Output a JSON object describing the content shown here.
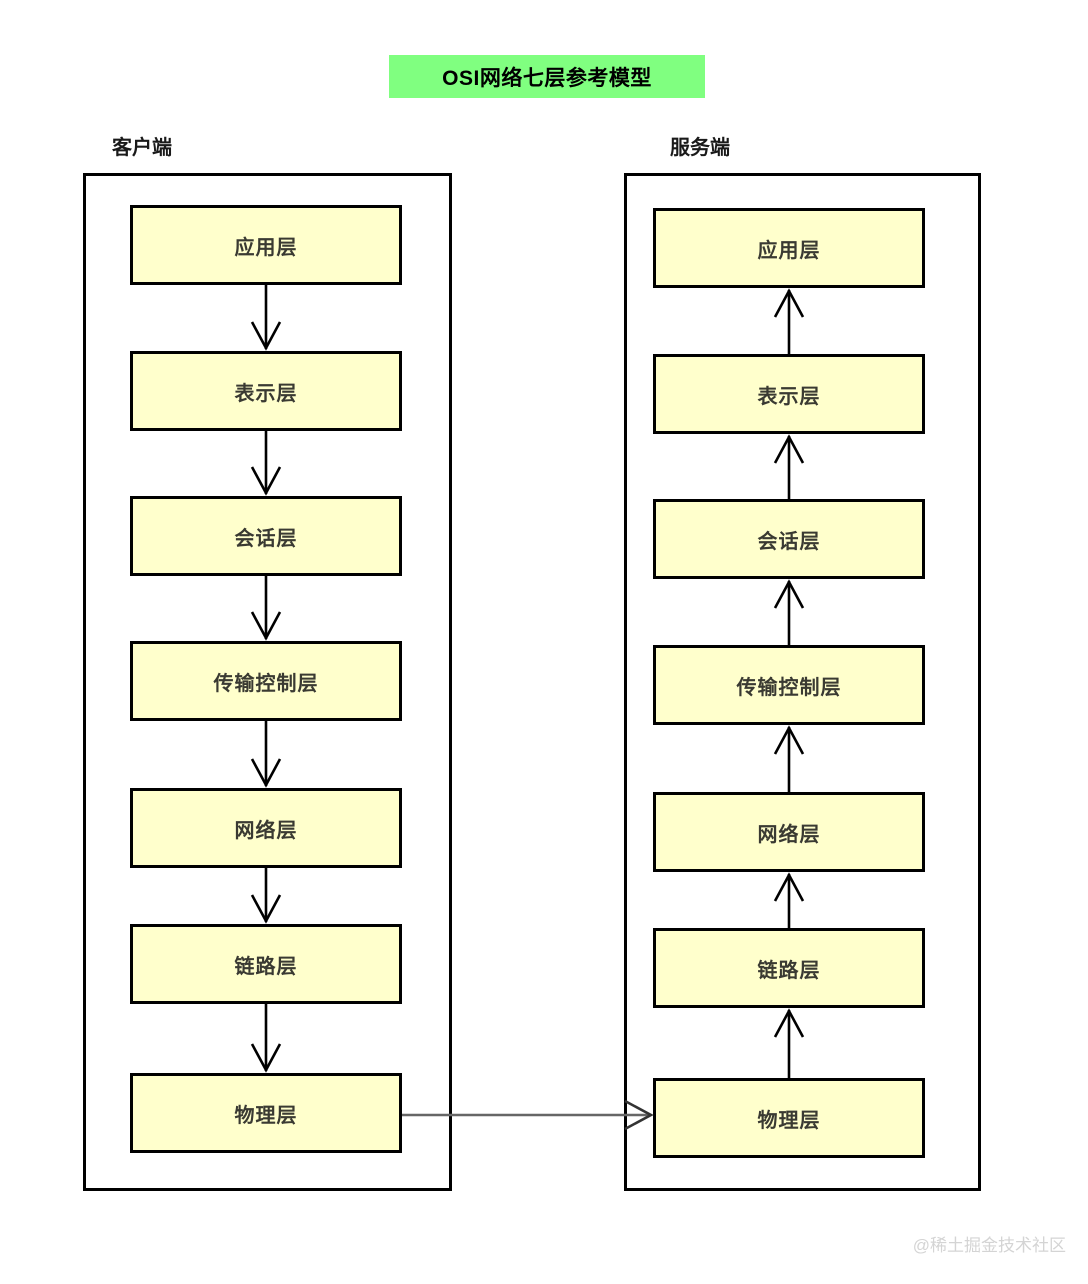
{
  "title": {
    "text": "OSI网络七层参考模型",
    "background_color": "#80ff80"
  },
  "columns": [
    {
      "id": "client",
      "label": "客户端",
      "flow_direction": "down",
      "layers": [
        {
          "name": "应用层"
        },
        {
          "name": "表示层"
        },
        {
          "name": "会话层"
        },
        {
          "name": "传输控制层"
        },
        {
          "name": "网络层"
        },
        {
          "name": "链路层"
        },
        {
          "name": "物理层"
        }
      ]
    },
    {
      "id": "server",
      "label": "服务端",
      "flow_direction": "up",
      "layers": [
        {
          "name": "应用层"
        },
        {
          "name": "表示层"
        },
        {
          "name": "会话层"
        },
        {
          "name": "传输控制层"
        },
        {
          "name": "网络层"
        },
        {
          "name": "链路层"
        },
        {
          "name": "物理层"
        }
      ]
    }
  ],
  "connector": {
    "from": "客户端-物理层",
    "to": "服务端-物理层",
    "color": "#666666"
  },
  "watermark": {
    "text": "@稀土掘金技术社区"
  },
  "colors": {
    "layer_fill": "#ffffcc",
    "stroke": "#000000",
    "title_fill": "#80ff80"
  }
}
